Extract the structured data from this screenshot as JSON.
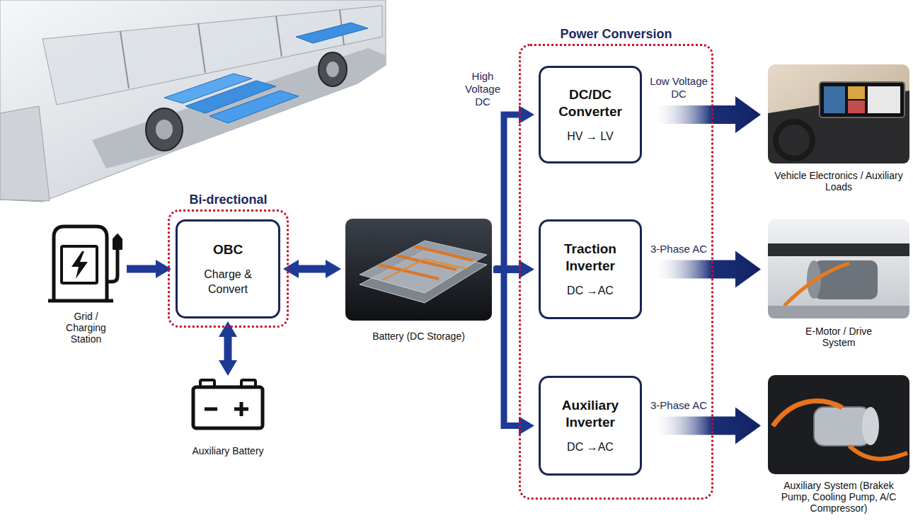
{
  "diagram": {
    "nodes": [
      {
        "text": [
          "Grid / Charging Station"
        ]
      },
      {
        "text": [
          "Bi-drectional"
        ]
      },
      {
        "text": [
          "OBC",
          "Charge & Convert"
        ],
        "in": 1
      },
      {
        "text": [
          "Auxiliary Battery"
        ]
      },
      {
        "text": [
          "Battery (DC Storage)"
        ]
      },
      {
        "text": [
          "Power Conversion"
        ]
      },
      {
        "text": [
          "DC/DC Converter",
          "HV → LV"
        ],
        "in": 5
      },
      {
        "text": [
          "Traction Inverter",
          "DC →AC"
        ],
        "in": 5
      },
      {
        "text": [
          "Auxiliary Inverter",
          "DC →AC"
        ],
        "in": 5
      },
      {
        "text": [
          "Vehicle Electronics / Auxiliary Loads"
        ]
      },
      {
        "text": [
          "E-Motor / Drive System"
        ]
      },
      {
        "text": [
          "Auxiliary System (Brakek Pump, Cooling Pump, A/C Compressor)"
        ]
      }
    ],
    "edges": [
      {
        "from": 0,
        "to": 2,
        "arrow": "to"
      },
      {
        "from": 2,
        "to": 4,
        "arrow": "both"
      },
      {
        "from": 2,
        "to": 3,
        "arrow": "both"
      },
      {
        "from": 4,
        "to": 6,
        "arrow": "to",
        "label": "High Voltage DC"
      },
      {
        "from": 4,
        "to": 7,
        "arrow": "to"
      },
      {
        "from": 4,
        "to": 8,
        "arrow": "to"
      },
      {
        "from": 6,
        "to": 9,
        "arrow": "to",
        "label": "Low Voltage DC"
      },
      {
        "from": 7,
        "to": 10,
        "arrow": "to",
        "label": "3-Phase AC"
      },
      {
        "from": 8,
        "to": 11,
        "arrow": "to",
        "label": "3-Phase AC"
      }
    ]
  }
}
